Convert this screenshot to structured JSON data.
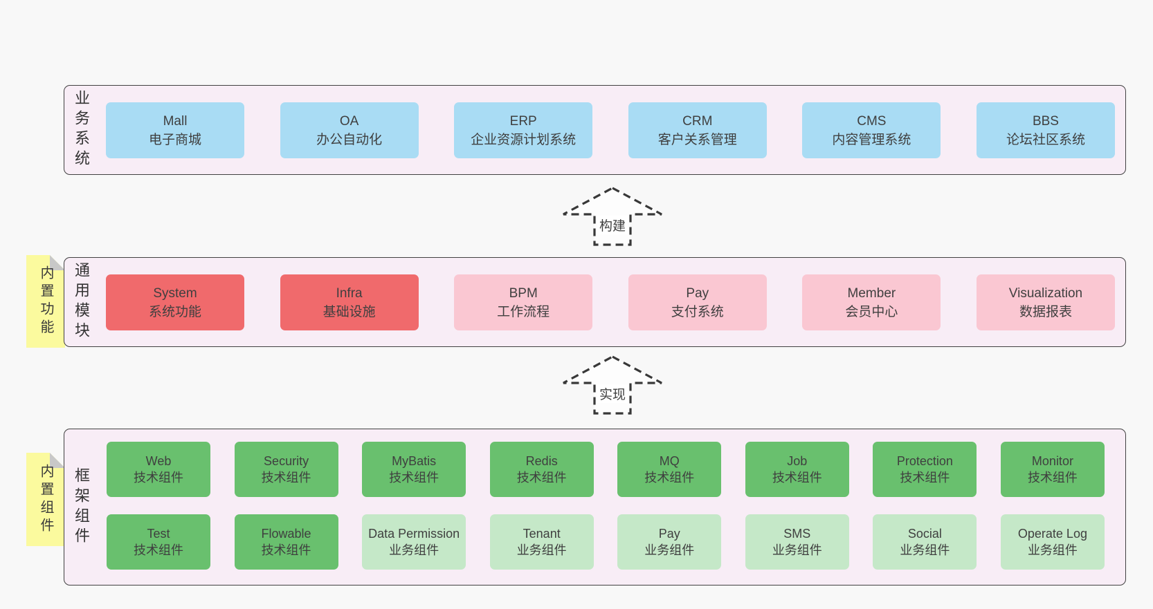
{
  "colors": {
    "page_background": "#F8F8F8",
    "section_background": "#F8EDF6",
    "section_border": "#404040",
    "blue_box": "#A9DCF4",
    "red_box": "#F06A6C",
    "pink_box": "#FAC7D2",
    "green_box": "#69C06E",
    "light_green_box": "#C5E8C8",
    "sticky_note": "#FBFA9E",
    "sticky_fold": "#C8C8C8",
    "text": "#3F3F3F",
    "arrow_dash": "#383838"
  },
  "layers": {
    "business": {
      "label": "业务系统",
      "items": [
        {
          "name": "Mall",
          "desc": "电子商城",
          "variant": "blue"
        },
        {
          "name": "OA",
          "desc": "办公自动化",
          "variant": "blue"
        },
        {
          "name": "ERP",
          "desc": "企业资源计划系统",
          "variant": "blue"
        },
        {
          "name": "CRM",
          "desc": "客户关系管理",
          "variant": "blue"
        },
        {
          "name": "CMS",
          "desc": "内容管理系统",
          "variant": "blue"
        },
        {
          "name": "BBS",
          "desc": "论坛社区系统",
          "variant": "blue"
        }
      ]
    },
    "modules": {
      "label": "通用模块",
      "note": "内置功能",
      "items": [
        {
          "name": "System",
          "desc": "系统功能",
          "variant": "red"
        },
        {
          "name": "Infra",
          "desc": "基础设施",
          "variant": "red"
        },
        {
          "name": "BPM",
          "desc": "工作流程",
          "variant": "pink"
        },
        {
          "name": "Pay",
          "desc": "支付系统",
          "variant": "pink"
        },
        {
          "name": "Member",
          "desc": "会员中心",
          "variant": "pink"
        },
        {
          "name": "Visualization",
          "desc": "数据报表",
          "variant": "pink"
        }
      ]
    },
    "framework": {
      "label": "框架组件",
      "note": "内置组件",
      "row1": [
        {
          "name": "Web",
          "desc": "技术组件",
          "variant": "green"
        },
        {
          "name": "Security",
          "desc": "技术组件",
          "variant": "green"
        },
        {
          "name": "MyBatis",
          "desc": "技术组件",
          "variant": "green"
        },
        {
          "name": "Redis",
          "desc": "技术组件",
          "variant": "green"
        },
        {
          "name": "MQ",
          "desc": "技术组件",
          "variant": "green"
        },
        {
          "name": "Job",
          "desc": "技术组件",
          "variant": "green"
        },
        {
          "name": "Protection",
          "desc": "技术组件",
          "variant": "green"
        },
        {
          "name": "Monitor",
          "desc": "技术组件",
          "variant": "green"
        }
      ],
      "row2": [
        {
          "name": "Test",
          "desc": "技术组件",
          "variant": "green"
        },
        {
          "name": "Flowable",
          "desc": "技术组件",
          "variant": "green"
        },
        {
          "name": "Data Permission",
          "desc": "业务组件",
          "variant": "lightgreen"
        },
        {
          "name": "Tenant",
          "desc": "业务组件",
          "variant": "lightgreen"
        },
        {
          "name": "Pay",
          "desc": "业务组件",
          "variant": "lightgreen"
        },
        {
          "name": "SMS",
          "desc": "业务组件",
          "variant": "lightgreen"
        },
        {
          "name": "Social",
          "desc": "业务组件",
          "variant": "lightgreen"
        },
        {
          "name": "Operate Log",
          "desc": "业务组件",
          "variant": "lightgreen"
        }
      ]
    }
  },
  "arrows": {
    "build": "构建",
    "implement": "实现"
  }
}
